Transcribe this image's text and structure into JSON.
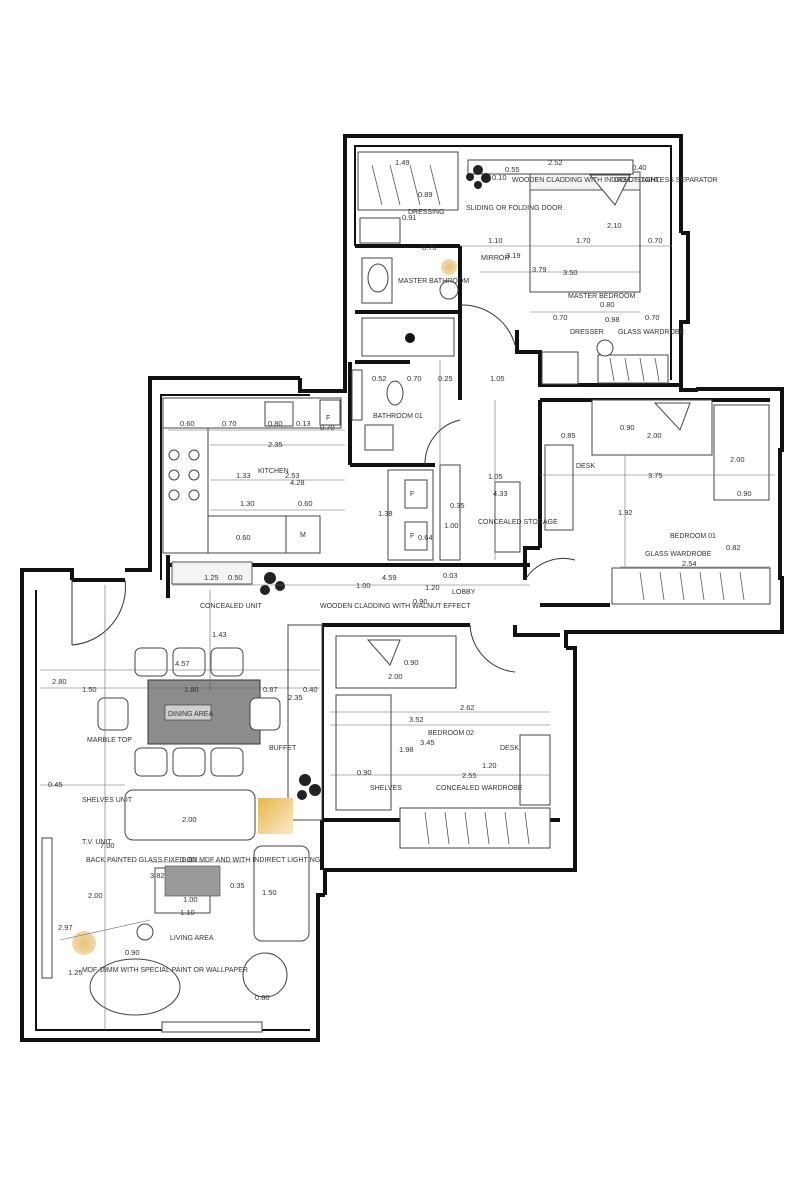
{
  "colors": {
    "wall": "#111111",
    "dining_table": "#8c8c8c",
    "tv_box": "#9a9a9a",
    "accent_yellow": "#e8b84a",
    "accent_gradient_end": "#fbe9c9"
  },
  "rooms": {
    "dressing": "DRESSING",
    "sliding_door": "SLIDING OR FOLDING DOOR",
    "wooden_cladding_top": "WOODEN CLADDING WITH INDIRECT LIGHT",
    "glass_separator": "GOLD STAINLESS SEPARATOR",
    "mirror": "MIRROR",
    "master_bathroom": "MASTER BATHROOM",
    "master_bedroom": "MASTER BEDROOM",
    "dresser": "DRESSER",
    "glass_wardrobe_top": "GLASS WARDROBE",
    "bathroom_01": "BATHROOM 01",
    "kitchen": "KITCHEN",
    "concealed_storage": "CONCEALED STORAGE",
    "desk_1": "DESK",
    "bedroom_01": "BEDROOM 01",
    "glass_wardrobe": "GLASS WARDROBE",
    "concealed_unit": "CONCEALED UNIT",
    "wooden_cladding_lobby": "WOODEN CLADDING WITH WALNUT EFFECT",
    "lobby": "LOBBY",
    "dining": "DINING AREA",
    "marble_top": "MARBLE TOP",
    "buffet": "BUFFET",
    "shelves_unit": "SHELVES UNIT",
    "tv_unit": "T.V. UNIT",
    "back_painted": "BACK PAINTED GLASS FIXED ON MDF AND WITH INDIRECT LIGHTING",
    "living_area": "LIVING AREA",
    "mdf_note": "MDF 18MM WITH SPECIAL PAINT OR WALLPAPER",
    "bedroom_02": "BEDROOM 02",
    "desk_2": "DESK",
    "shelves": "SHELVES",
    "concealed_wardrobe": "CONCEALED WARDROBE",
    "fridge_1": "F",
    "fridge_2": "F",
    "fridge_3": "F",
    "microwave": "M"
  },
  "dimensions": {
    "d_1_49": "1.49",
    "d_0_55": "0.55",
    "d_2_52": "2.52",
    "d_0_10": "0.10",
    "d_0_40": "0.40",
    "d_0_89": "0.89",
    "d_0_91": "0.91",
    "d_0_70_a": "0.70",
    "d_1_10": "1.10",
    "d_1_70": "1.70",
    "d_0_70_b": "0.70",
    "d_2_10": "2.10",
    "d_3_19": "3.19",
    "d_3_50": "3.50",
    "d_3_79": "3.79",
    "d_0_80_a": "0.80",
    "d_0_70_c": "0.70",
    "d_0_98": "0.98",
    "d_0_70_d": "0.70",
    "d_0_52": "0.52",
    "d_0_70_e": "0.70",
    "d_0_25": "0.25",
    "d_1_05_a": "1.05",
    "d_0_60_a": "0.60",
    "d_0_70_f": "0.70",
    "d_0_80_b": "0.80",
    "d_0_13": "0.13",
    "d_0_70_g": "0.70",
    "d_0_85": "0.85",
    "d_0_90_a": "0.90",
    "d_2_00_a": "2.00",
    "d_2_35": "2.35",
    "d_4_28": "4.28",
    "d_1_33": "1.33",
    "d_2_53": "2.53",
    "d_1_05_b": "1.05",
    "d_3_75": "3.75",
    "d_2_00_b": "2.00",
    "d_1_30": "1.30",
    "d_0_60_b": "0.60",
    "d_0_90_b": "0.90",
    "d_4_33": "4.33",
    "d_1_92": "1.92",
    "d_1_38": "1.38",
    "d_1_00_a": "1.00",
    "d_0_35": "0.35",
    "d_0_60_c": "0.60",
    "d_0_64": "0.64",
    "d_0_82": "0.82",
    "d_2_54": "2.54",
    "d_1_25": "1.25",
    "d_0_50": "0.50",
    "d_1_00_b": "1.00",
    "d_4_59": "4.59",
    "d_0_03": "0.03",
    "d_1_20": "1.20",
    "d_0_90_c": "0.90",
    "d_1_43": "1.43",
    "d_4_57": "4.57",
    "d_2_80": "2.80",
    "d_1_50": "1.50",
    "d_1_80": "1.80",
    "d_0_87": "0.87",
    "d_2_35_b": "2.35",
    "d_0_40_b": "0.40",
    "d_2_00_c": "2.00",
    "d_0_90_d": "0.90",
    "d_2_62": "2.62",
    "d_3_52": "3.52",
    "d_1_98": "1.98",
    "d_3_45": "3.45",
    "d_0_90_e": "0.90",
    "d_2_55": "2.55",
    "d_1_20_b": "1.20",
    "d_0_45": "0.45",
    "d_2_00_d": "2.00",
    "d_0_80_c": "0.80",
    "d_3_82": "3.82",
    "d_1_00_c": "1.00",
    "d_1_10_b": "1.10",
    "d_1_50_b": "1.50",
    "d_0_35_b": "0.35",
    "d_2_97": "2.97",
    "d_0_90_f": "0.90",
    "d_0_80_d": "0.80",
    "d_7_00": "7.00",
    "d_2_00_e": "2.00",
    "d_1_25_b": "1.25"
  }
}
